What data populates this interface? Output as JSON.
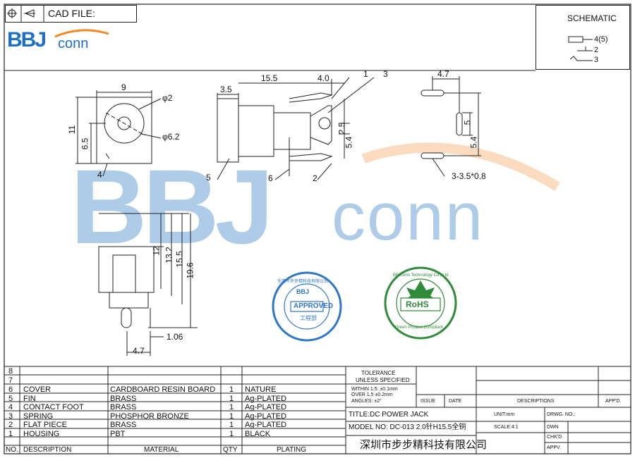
{
  "header": {
    "cad_file_label": "CAD FILE:",
    "logo": {
      "letters": "BBJ",
      "suffix": "conn",
      "brand_color": "#1f6fc5",
      "accent_color": "#f08a24"
    }
  },
  "schematic": {
    "title": "SCHEMATIC",
    "pins": [
      "4(5)",
      "2",
      "3"
    ]
  },
  "drawing": {
    "front_view_dims": [
      "9",
      "11",
      "6.5",
      "φ2",
      "φ6.2"
    ],
    "side_view_dims": [
      "3.5",
      "15.5",
      "4.0",
      "2.5",
      "5.4"
    ],
    "pcb_dims": [
      "4.7",
      "5",
      "5.4",
      "3-3.5*0.8"
    ],
    "bottom_view_dims": [
      "12",
      "13.2",
      "15.5",
      "19.6",
      "1.06",
      "4.7"
    ],
    "callouts": [
      "1",
      "3",
      "4",
      "5",
      "6",
      "2"
    ],
    "stamp_approved": {
      "label": "APPROVED",
      "ring_cn": "东莞市步步精科技有限公司",
      "sub": "工程部",
      "color": "#2f76c9"
    },
    "stamp_rohs": {
      "label": "RoHS",
      "ring_en": "BBJconn Technology Co., Ltd",
      "sub": "Green Product Compliant",
      "color": "#2f8a3a"
    }
  },
  "bom": {
    "headers": {
      "no": "NO.",
      "desc": "DESCRIPTION",
      "material": "MATERIAL",
      "qty": "QTY",
      "plating": "PLATING"
    },
    "empty_rows": [
      "8",
      "7"
    ],
    "rows": [
      {
        "no": "6",
        "desc": "COVER",
        "material": "CARDBOARD RESIN BOARD",
        "qty": "1",
        "plating": "NATURE"
      },
      {
        "no": "5",
        "desc": "FIN",
        "material": "BRASS",
        "qty": "1",
        "plating": "Ag-PLATED"
      },
      {
        "no": "4",
        "desc": "CONTACT FOOT",
        "material": "BRASS",
        "qty": "1",
        "plating": "Ag-PLATED"
      },
      {
        "no": "3",
        "desc": "SPRING",
        "material": "PHOSPHOR BRONZE",
        "qty": "1",
        "plating": "Ag-PLATED"
      },
      {
        "no": "2",
        "desc": "FLAT PIECE",
        "material": "BRASS",
        "qty": "1",
        "plating": "Ag-PLATED"
      },
      {
        "no": "1",
        "desc": "HOUSING",
        "material": "PBT",
        "qty": "1",
        "plating": "BLACK"
      }
    ]
  },
  "title_block": {
    "tolerance_title": "TOLERANCE",
    "tolerance_sub": "UNLESS SPECIFIED",
    "tol_line1": "WITHIN 1.5: ±0.1mm",
    "tol_line2": "OVER 1.5  ±0.2mm",
    "tol_line3": "ANGLES: ±2°",
    "issue": "ISSUE",
    "date": "DATE",
    "descriptions": "DESCRIPTIONS",
    "appd": "APP'D.",
    "title": "TITLE:DC POWER JACK",
    "model": "MODEL NO: DC-013 2.0针H15.5全铜",
    "unit": "UNIT:mm",
    "scale": "SCALE:4:1",
    "drwg_no": "DRWG. NO.:",
    "dwn": "DWN",
    "chkd": "CHK'D",
    "appv": "APPV.",
    "company": "深圳市步步精科技有限公司"
  }
}
